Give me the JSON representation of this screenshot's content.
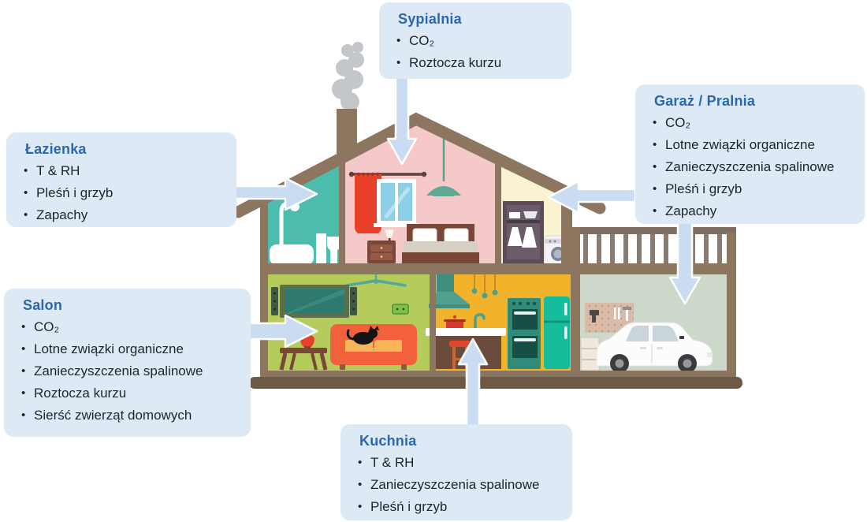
{
  "callouts": {
    "lazienka": {
      "title": "Łazienka",
      "items": [
        "T & RH",
        "Pleśń i grzyb",
        "Zapachy"
      ]
    },
    "salon": {
      "title": "Salon",
      "items": [
        "CO₂",
        "Lotne związki organiczne",
        "Zanieczyszczenia spalinowe",
        "Roztocza kurzu",
        "Sierść zwierząt domowych"
      ]
    },
    "sypialnia": {
      "title": "Sypialnia",
      "items": [
        "CO₂",
        "Roztocza kurzu"
      ]
    },
    "garaz": {
      "title": "Garaż / Pralnia",
      "items": [
        "CO₂",
        "Lotne związki organiczne",
        "Zanieczyszczenia spalinowe",
        "Pleśń i grzyb",
        "Zapachy"
      ]
    },
    "kuchnia": {
      "title": "Kuchnia",
      "items": [
        "T & RH",
        "Zanieczyszczenia spalinowe",
        "Pleśń i grzyb"
      ]
    }
  },
  "palette": {
    "callout_bg": "#DEE9F6",
    "callout_title": "#2B66B0",
    "callout_text": "#1F232B",
    "arrow": "#C9DCF1",
    "structure_brown": "#8C7660",
    "base_brown": "#6C5A45",
    "smoke_gray": "#C3C7CB"
  },
  "rooms": {
    "bathroom": "#4CBCAC",
    "bedroom": "#F5C9C9",
    "laundry": "#FBF2D2",
    "living_room": "#B5CB5B",
    "kitchen": "#F1B32C",
    "garage": "#CBD8CA"
  }
}
